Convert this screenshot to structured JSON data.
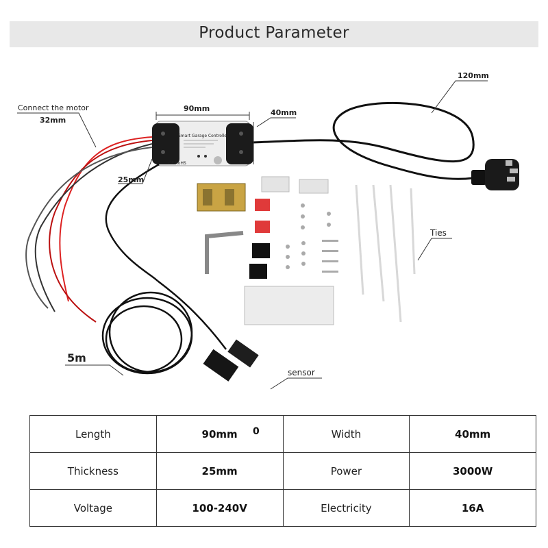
{
  "banner": {
    "title": "Product Parameter"
  },
  "photo_labels": {
    "connect_motor": "Connect the motor",
    "wire_32": "32mm",
    "width_90": "90mm",
    "height_40": "40mm",
    "cable_120": "120mm",
    "wire_25": "25mm",
    "ties": "Ties",
    "cable_5m": "5m",
    "sensor": "sensor",
    "device_name": "Smart Garage Controller",
    "device_ce": "CE RoHS"
  },
  "stray_mark": "0",
  "params": [
    [
      {
        "key": "Length",
        "value": "90mm"
      },
      {
        "key": "Width",
        "value": "40mm"
      }
    ],
    [
      {
        "key": "Thickness",
        "value": "25mm"
      },
      {
        "key": "Power",
        "value": "3000W"
      }
    ],
    [
      {
        "key": "Voltage",
        "value": "100-240V"
      },
      {
        "key": "Electricity",
        "value": "16A"
      }
    ]
  ]
}
